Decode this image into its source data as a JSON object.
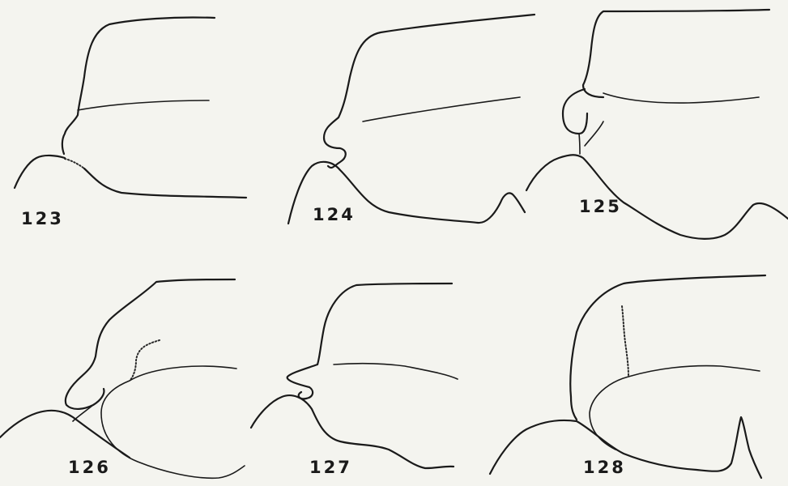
{
  "figures": [
    {
      "label": "123"
    },
    {
      "label": "124"
    },
    {
      "label": "125"
    },
    {
      "label": "126"
    },
    {
      "label": "127"
    },
    {
      "label": "128"
    }
  ]
}
